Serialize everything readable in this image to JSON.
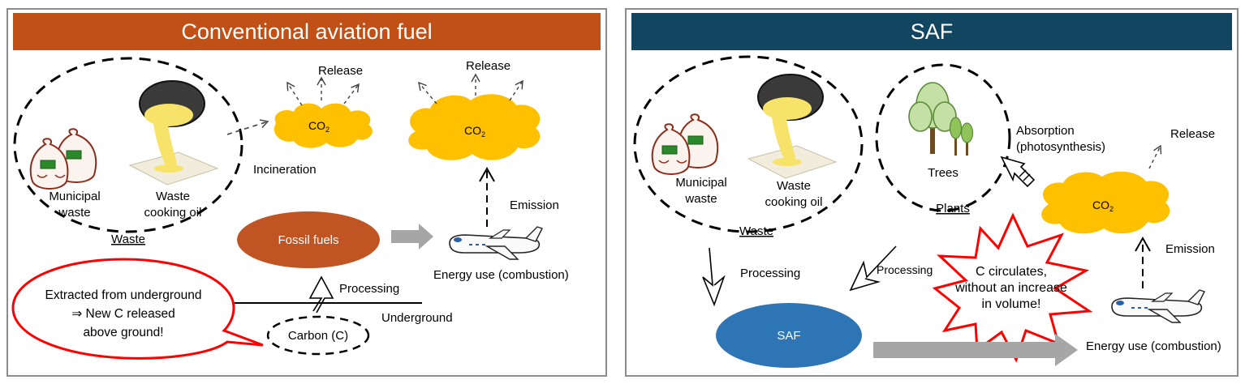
{
  "colors": {
    "conventional_header": "#c05016",
    "saf_header": "#124660",
    "co2_cloud": "#ffc000",
    "fossil_fuels": "#c05422",
    "saf_ellipse": "#2e75b6",
    "callout_border": "#ff0000",
    "arrow_gray": "#a6a6a6"
  },
  "left_panel": {
    "title": "Conventional aviation fuel",
    "municipal_waste": [
      "Municipal",
      "waste"
    ],
    "waste_cooking_oil": [
      "Waste",
      "cooking oil"
    ],
    "waste_label": "Waste",
    "release_1": "Release",
    "release_2": "Release",
    "co2_small": "CO",
    "co2_small_sub": "2",
    "co2_large": "CO",
    "co2_large_sub": "2",
    "incineration": "Incineration",
    "emission": "Emission",
    "fossil_fuels": "Fossil fuels",
    "energy_use": "Energy use (combustion)",
    "processing": "Processing",
    "underground": "Underground",
    "carbon": "Carbon (C)",
    "callout": [
      "Extracted from underground",
      "⇒ New C released",
      "above ground!"
    ]
  },
  "right_panel": {
    "title": "SAF",
    "municipal_waste": [
      "Municipal",
      "waste"
    ],
    "waste_cooking_oil": [
      "Waste",
      "cooking oil"
    ],
    "waste_label": "Waste",
    "trees": "Trees",
    "plants": "Plants",
    "absorption": [
      "Absorption",
      "(photosynthesis)"
    ],
    "release": "Release",
    "co2": "CO",
    "co2_sub": "2",
    "emission": "Emission",
    "processing_1": "Processing",
    "processing_2": "Processing",
    "burst": [
      "C circulates,",
      "without an increase",
      "in volume!"
    ],
    "saf": "SAF",
    "energy_use": "Energy use (combustion)"
  }
}
